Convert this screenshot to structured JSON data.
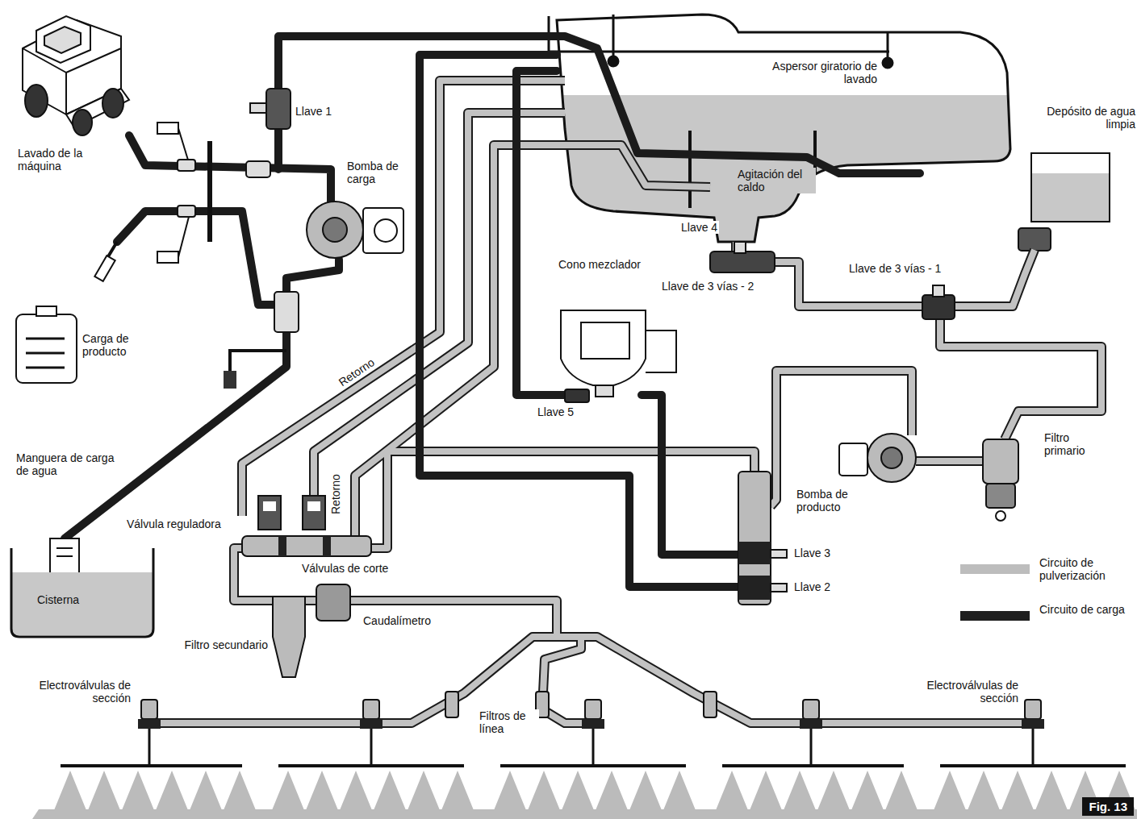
{
  "diagram": {
    "nodes": [
      {
        "text": [
          "Cisterna"
        ]
      },
      {
        "text": [
          "Fig. 13"
        ]
      }
    ],
    "labels": [
      "Lavado de la máquina",
      "Llave 1",
      "Bomba de carga",
      "Carga de producto",
      "Manguera de carga de agua",
      "Aspersor giratorio de lavado",
      "Depósito de agua limpia",
      "Agitación del caldo",
      "Llave 4",
      "Cono mezclador",
      "Llave de 3 vías - 2",
      "Llave de 3 vías - 1",
      "Llave 5",
      "Filtro primario",
      "Bomba de producto",
      "Retorno",
      "Retorno",
      "Válvula reguladora",
      "Válvulas de corte",
      "Filtro secundario",
      "Caudalímetro",
      "Electroválvulas de sección",
      "Filtros de línea",
      "Llave 3",
      "Llave 2",
      "Electroválvulas de sección"
    ],
    "legend": [
      {
        "text": "Circuito de pulverización",
        "color": "#bdbdbd"
      },
      {
        "text": "Circuito de carga",
        "color": "#1f1f1f"
      }
    ]
  }
}
